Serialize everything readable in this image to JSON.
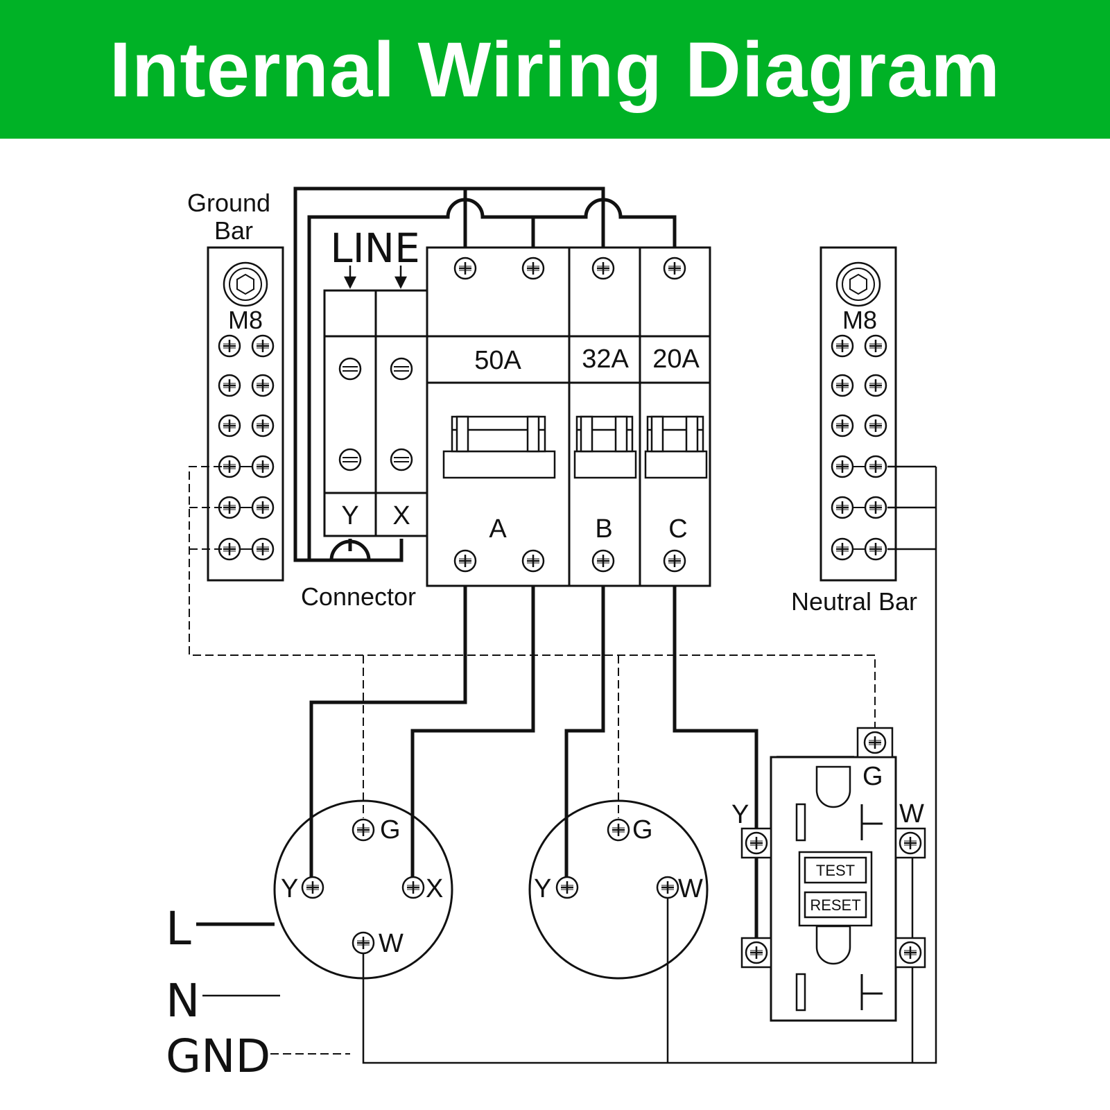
{
  "title": "Internal Wiring Diagram",
  "colors": {
    "banner": "#00b226",
    "title_text": "#ffffff",
    "line": "#111111"
  },
  "ground_bar": {
    "label_line1": "Ground",
    "label_line2": "Bar",
    "size": "M8"
  },
  "neutral_bar": {
    "label": "Neutral Bar",
    "size": "M8"
  },
  "line_label": "LINE",
  "connector": {
    "label": "Connector",
    "terminals": [
      "Y",
      "X"
    ]
  },
  "breakers": [
    {
      "rating": "50A",
      "terminal": "A"
    },
    {
      "rating": "32A",
      "terminal": "B"
    },
    {
      "rating": "20A",
      "terminal": "C"
    }
  ],
  "receptacle1": {
    "g": "G",
    "y": "Y",
    "x": "X",
    "w": "W"
  },
  "receptacle2": {
    "g": "G",
    "y": "Y",
    "w": "W"
  },
  "gfci": {
    "g": "G",
    "y": "Y",
    "w": "W",
    "test": "TEST",
    "reset": "RESET"
  },
  "legend": {
    "l": "L",
    "n": "N",
    "gnd": "GND"
  }
}
